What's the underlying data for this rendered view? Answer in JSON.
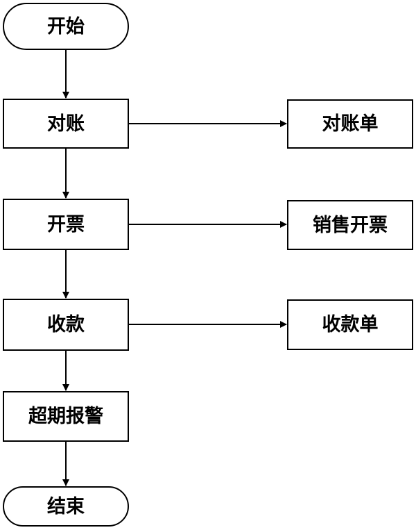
{
  "flow": {
    "start": "开始",
    "reconcile": "对账",
    "invoice": "开票",
    "collect": "收款",
    "overdue_alert": "超期报警",
    "end": "结束"
  },
  "outputs": {
    "reconcile_doc": "对账单",
    "sales_invoice": "销售开票",
    "receipt_doc": "收款单"
  },
  "colors": {
    "line": "#000000",
    "background": "#ffffff"
  }
}
